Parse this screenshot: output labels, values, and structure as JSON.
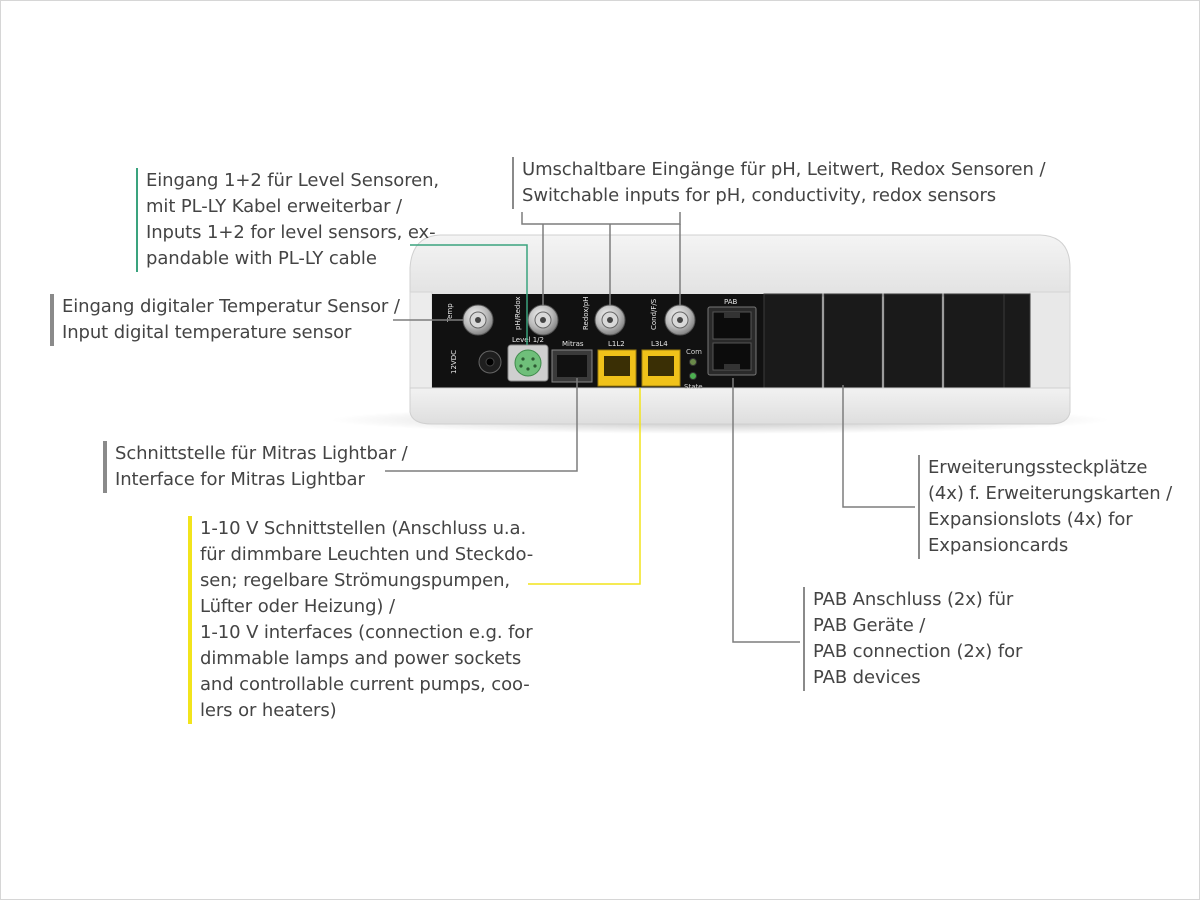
{
  "callouts": {
    "level": {
      "lines": [
        "Eingang 1+2 für Level Sensoren,",
        "mit PL-LY Kabel erweiterbar /",
        "Inputs 1+2 for level sensors,  ex-",
        "pandable with PL-LY cable"
      ]
    },
    "switchable": {
      "lines": [
        "Umschaltbare Eingänge für pH, Leitwert, Redox Sensoren /",
        "Switchable inputs for pH, conductivity, redox sensors"
      ]
    },
    "temperature": {
      "lines": [
        "Eingang digitaler Temperatur Sensor /",
        "Input digital temperature sensor"
      ]
    },
    "mitras": {
      "lines": [
        "Schnittstelle für Mitras Lightbar /",
        "Interface for Mitras Lightbar"
      ]
    },
    "interfaces": {
      "lines": [
        "1-10 V Schnittstellen (Anschluss u.a.",
        "für dimmbare Leuchten und Steckdo-",
        "sen; regelbare Strömungspumpen,",
        "Lüfter oder Heizung) /",
        "1-10 V interfaces (connection e.g. for",
        "dimmable lamps and power sockets",
        "and controllable current pumps, coo-",
        "lers or heaters)"
      ]
    },
    "expansion": {
      "lines": [
        "Erweiterungssteckplätze",
        "(4x) f. Erweiterungskarten /",
        "Expansionslots (4x) for",
        "Expansioncards"
      ]
    },
    "pab": {
      "lines": [
        "PAB Anschluss (2x) für",
        "PAB Geräte  /",
        "PAB connection (2x) for",
        "PAB devices"
      ]
    }
  },
  "panel_labels": {
    "temp": "Temp",
    "ph_redox": "pH/Redox",
    "redox_ph": "Redox/pH",
    "cond": "Cond/F/S",
    "pab": "PAB",
    "level": "Level 1/2",
    "mitras": "Mitras",
    "l1l2": "L1L2",
    "l3l4": "L3L4",
    "com": "Com",
    "state": "State",
    "dc": "12VDC"
  },
  "colors": {
    "green_leader": "#3aa37e",
    "yellow_leader": "#f2e41c",
    "gray_leader": "#7d7d7d",
    "yellow_port": "#f0c21a",
    "green_port": "#6fbf7a"
  }
}
